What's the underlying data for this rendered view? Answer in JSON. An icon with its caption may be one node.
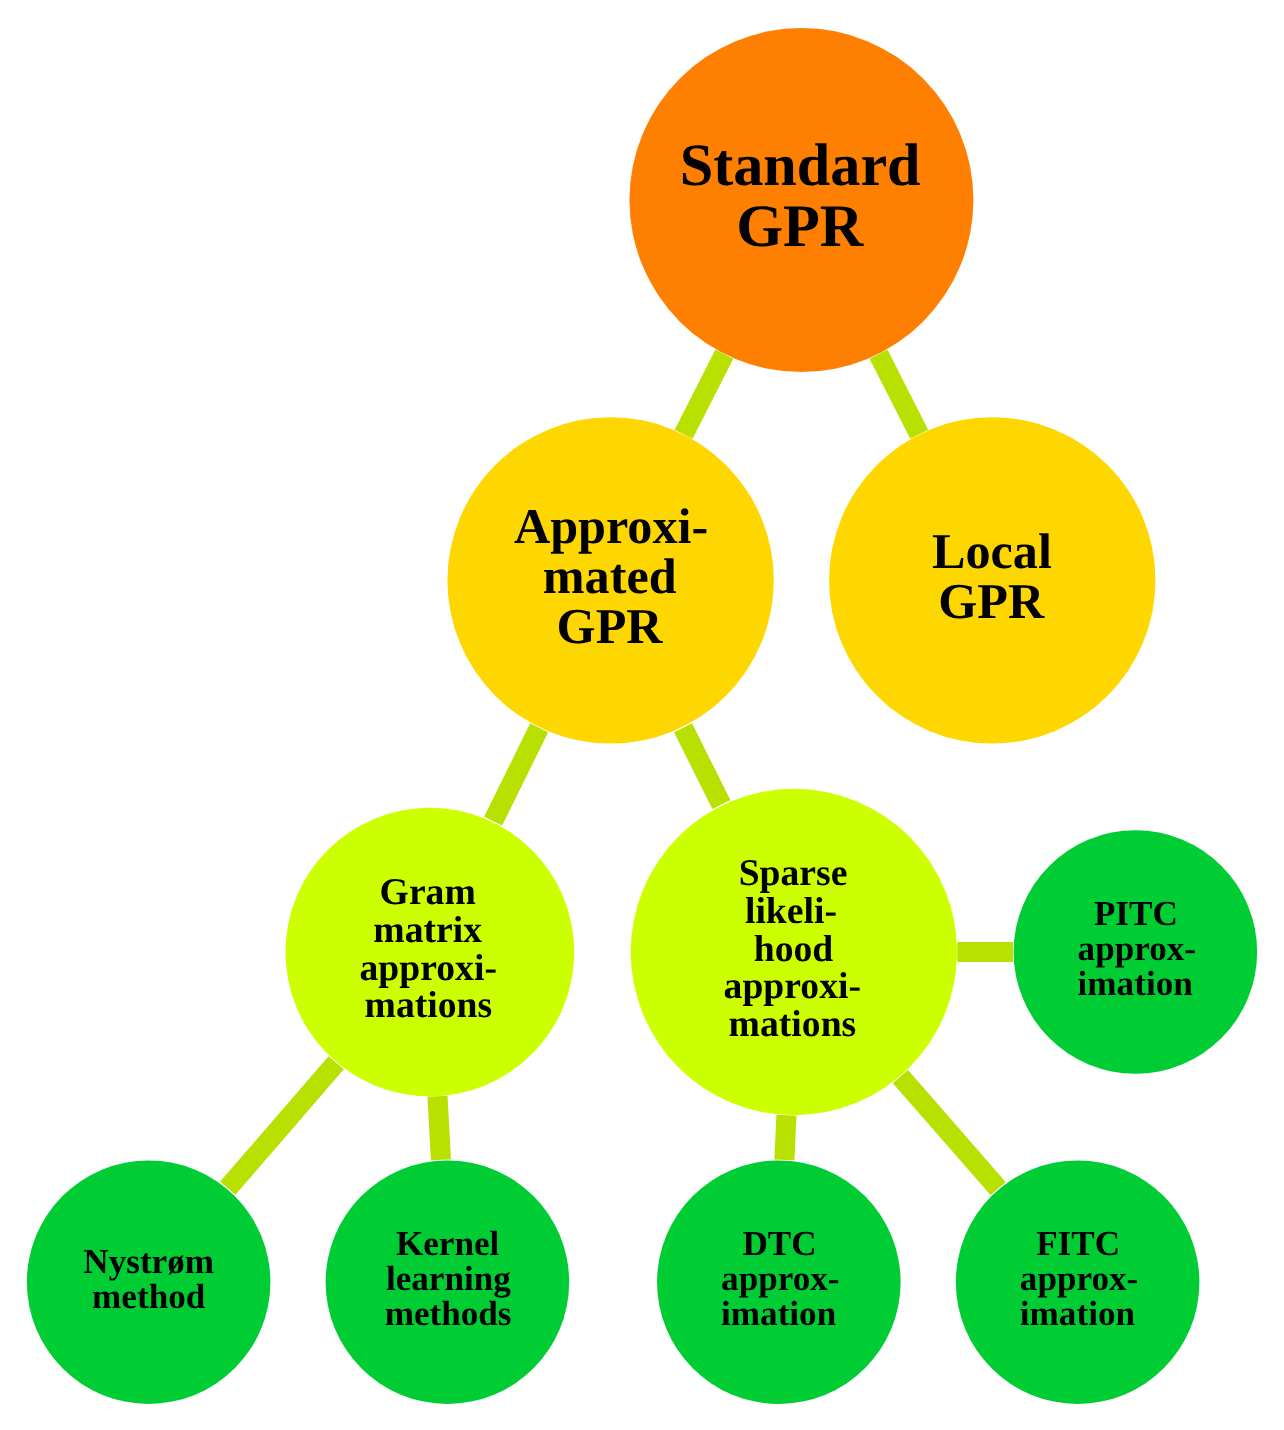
{
  "diagram": {
    "nodes": [
      {
        "text": [
          "Standard GPR"
        ]
      },
      {
        "text": [
          "Approxi- mated GPR"
        ]
      },
      {
        "text": [
          "Local GPR"
        ]
      },
      {
        "text": [
          "Gram matrix approxi- mations"
        ]
      },
      {
        "text": [
          "Sparse likeli- hood approxi- mations"
        ]
      },
      {
        "text": [
          "PITC approx- imation"
        ]
      },
      {
        "text": [
          "Nystrøm method"
        ]
      },
      {
        "text": [
          "Kernel learning methods"
        ]
      },
      {
        "text": [
          "DTC approx- imation"
        ]
      },
      {
        "text": [
          "FITC approx- imation"
        ]
      }
    ],
    "edges": [
      {
        "from": 0,
        "to": 1,
        "arrow": "none"
      },
      {
        "from": 0,
        "to": 2,
        "arrow": "none"
      },
      {
        "from": 1,
        "to": 3,
        "arrow": "none"
      },
      {
        "from": 1,
        "to": 4,
        "arrow": "none"
      },
      {
        "from": 4,
        "to": 5,
        "arrow": "none"
      },
      {
        "from": 3,
        "to": 6,
        "arrow": "none"
      },
      {
        "from": 3,
        "to": 7,
        "arrow": "none"
      },
      {
        "from": 4,
        "to": 8,
        "arrow": "none"
      },
      {
        "from": 4,
        "to": 9,
        "arrow": "none"
      }
    ]
  }
}
